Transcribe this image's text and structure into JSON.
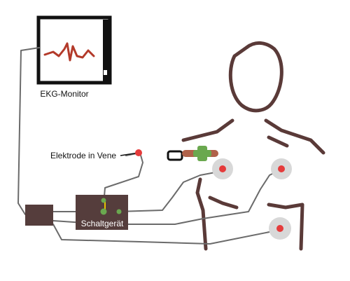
{
  "labels": {
    "monitor": "EKG-Monitor",
    "electrode": "Elektrode in Vene",
    "switchbox": "Schaltgerät"
  },
  "colors": {
    "monitor_frame": "#111111",
    "ecg_trace": "#b33a2a",
    "body_outline": "#5a3a38",
    "device_box": "#553d3c",
    "cable": "#6b6b6b",
    "electrode_pad": "#d8d8d8",
    "electrode_dot": "#e53b3b",
    "switch_node": "#6aa84f",
    "probe": "#b0624a"
  }
}
